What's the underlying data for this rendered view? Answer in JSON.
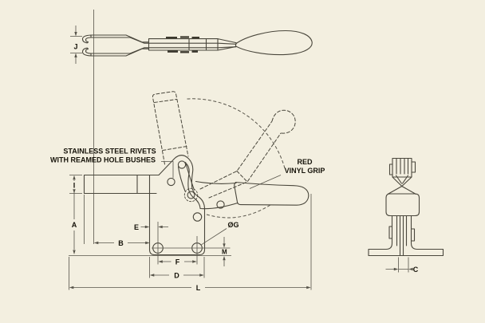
{
  "drawing": {
    "type": "engineering-drawing",
    "subject": "vertical handle toggle clamp, three orthographic views",
    "colors": {
      "background": "#f3efe0",
      "object_line": "#4a473c",
      "dimension_line": "#57544a",
      "text": "#16130a"
    }
  },
  "notes": {
    "rivets_line1": "STAINLESS STEEL RIVETS",
    "rivets_line2": "WITH REAMED HOLE BUSHES",
    "grip_line1": "RED",
    "grip_line2": "VINYL GRIP"
  },
  "dim_labels": {
    "j": "J",
    "i": "I",
    "a": "A",
    "b": "B",
    "e": "E",
    "g": "ØG",
    "m": "M",
    "f": "F",
    "d": "D",
    "l": "L",
    "c": "C"
  }
}
